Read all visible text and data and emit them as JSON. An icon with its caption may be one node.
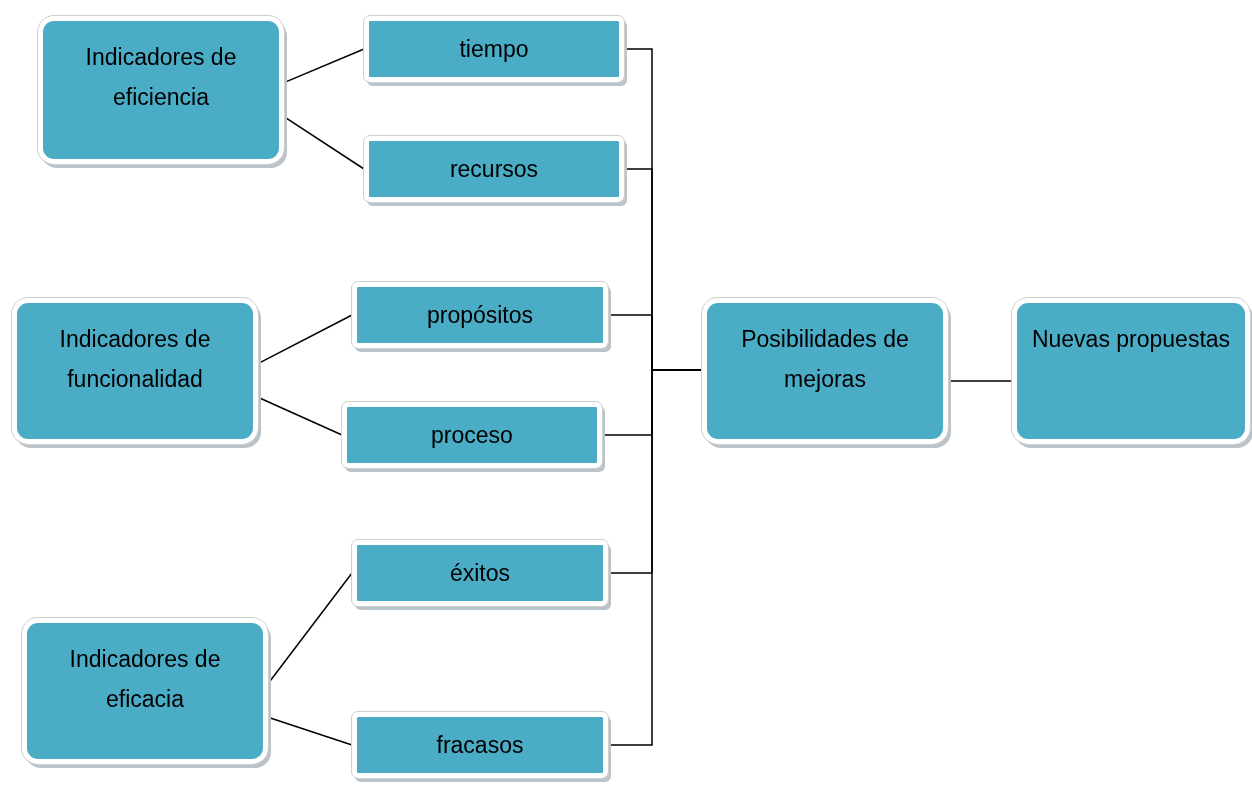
{
  "diagram": {
    "nodes": [
      {
        "text": [
          "Indicadores de eficiencia"
        ]
      },
      {
        "text": [
          "tiempo"
        ]
      },
      {
        "text": [
          "recursos"
        ]
      },
      {
        "text": [
          "Indicadores de funcionalidad"
        ]
      },
      {
        "text": [
          "propósitos"
        ]
      },
      {
        "text": [
          "proceso"
        ]
      },
      {
        "text": [
          "éxitos"
        ]
      },
      {
        "text": [
          "Indicadores de eficacia"
        ]
      },
      {
        "text": [
          "fracasos"
        ]
      },
      {
        "text": [
          "Posibilidades de mejoras"
        ]
      },
      {
        "text": [
          "Nuevas propuestas"
        ]
      }
    ],
    "edges": [
      {
        "from": 0,
        "to": 1,
        "arrow": "none"
      },
      {
        "from": 0,
        "to": 2,
        "arrow": "none"
      },
      {
        "from": 3,
        "to": 4,
        "arrow": "none"
      },
      {
        "from": 3,
        "to": 5,
        "arrow": "none"
      },
      {
        "from": 7,
        "to": 6,
        "arrow": "none"
      },
      {
        "from": 7,
        "to": 8,
        "arrow": "none"
      },
      {
        "from": 1,
        "to": 9,
        "arrow": "none"
      },
      {
        "from": 2,
        "to": 9,
        "arrow": "none"
      },
      {
        "from": 4,
        "to": 9,
        "arrow": "none"
      },
      {
        "from": 5,
        "to": 9,
        "arrow": "none"
      },
      {
        "from": 6,
        "to": 9,
        "arrow": "none"
      },
      {
        "from": 8,
        "to": 9,
        "arrow": "none"
      },
      {
        "from": 9,
        "to": 10,
        "arrow": "none"
      }
    ]
  }
}
